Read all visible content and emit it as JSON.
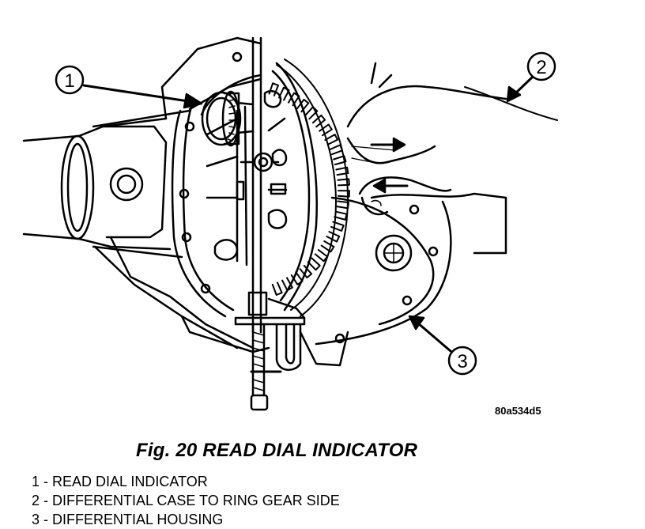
{
  "figure": {
    "callouts": [
      "1",
      "2",
      "3"
    ],
    "reference_code": "80a534d5",
    "caption": "Fig. 20 READ DIAL INDICATOR"
  },
  "legend": [
    {
      "text": "1 - READ DIAL INDICATOR"
    },
    {
      "text": "2 - DIFFERENTIAL CASE TO RING GEAR SIDE"
    },
    {
      "text": "3 - DIFFERENTIAL HOUSING"
    }
  ]
}
